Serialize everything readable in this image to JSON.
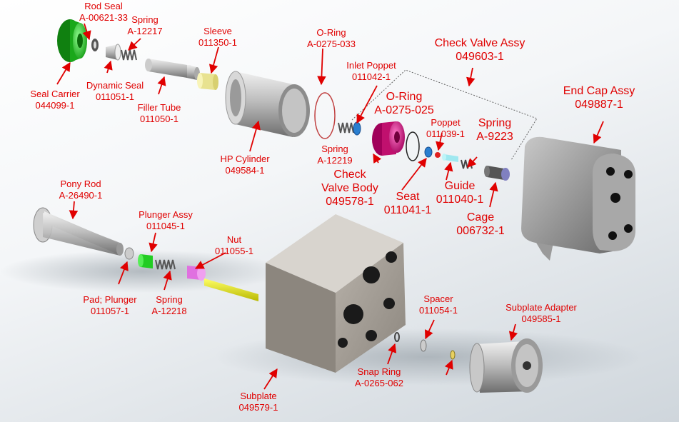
{
  "labels": {
    "rod_seal": {
      "name": "Rod Seal",
      "part": "A-00621-33"
    },
    "spring_12217": {
      "name": "Spring",
      "part": "A-12217"
    },
    "sleeve": {
      "name": "Sleeve",
      "part": "011350-1"
    },
    "o_ring_033": {
      "name": "O-Ring",
      "part": "A-0275-033"
    },
    "check_valve_assy": {
      "name": "Check Valve Assy",
      "part": "049603-1"
    },
    "end_cap_assy": {
      "name": "End Cap Assy",
      "part": "049887-1"
    },
    "inlet_poppet": {
      "name": "Inlet Poppet",
      "part": "011042-1"
    },
    "o_ring_025": {
      "name": "O-Ring",
      "part": "A-0275-025"
    },
    "poppet": {
      "name": "Poppet",
      "part": "011039-1"
    },
    "spring_9223": {
      "name": "Spring",
      "part": "A-9223"
    },
    "seal_carrier": {
      "name": "Seal Carrier",
      "part": "044099-1"
    },
    "dynamic_seal": {
      "name": "Dynamic Seal",
      "part": "011051-1"
    },
    "filler_tube": {
      "name": "Filler Tube",
      "part": "011050-1"
    },
    "hp_cylinder": {
      "name": "HP Cylinder",
      "part": "049584-1"
    },
    "spring_12219": {
      "name": "Spring",
      "part": "A-12219"
    },
    "check_valve_body": {
      "name1": "Check",
      "name2": "Valve Body",
      "part": "049578-1"
    },
    "seat": {
      "name": "Seat",
      "part": "011041-1"
    },
    "guide": {
      "name": "Guide",
      "part": "011040-1"
    },
    "cage": {
      "name": "Cage",
      "part": "006732-1"
    },
    "pony_rod": {
      "name": "Pony Rod",
      "part": "A-26490-1"
    },
    "plunger_assy": {
      "name": "Plunger Assy",
      "part": "011045-1"
    },
    "nut": {
      "name": "Nut",
      "part": "011055-1"
    },
    "pad_plunger": {
      "name": "Pad; Plunger",
      "part": "011057-1"
    },
    "spring_12218": {
      "name": "Spring",
      "part": "A-12218"
    },
    "spacer": {
      "name": "Spacer",
      "part": "011054-1"
    },
    "subplate_adapter": {
      "name": "Subplate Adapter",
      "part": "049585-1"
    },
    "snap_ring": {
      "name": "Snap Ring",
      "part": "A-0265-062"
    },
    "subplate": {
      "name": "Subplate",
      "part": "049579-1"
    }
  },
  "colors": {
    "label": "#e00000",
    "seal_carrier": "#22cc22",
    "check_valve_body": "#e0007a",
    "nut": "#e070e0",
    "plunger": "#dddd00",
    "sleeve": "#f4f0a0",
    "blue_parts": "#2a7fd0",
    "metal": "#a8a8a8"
  }
}
